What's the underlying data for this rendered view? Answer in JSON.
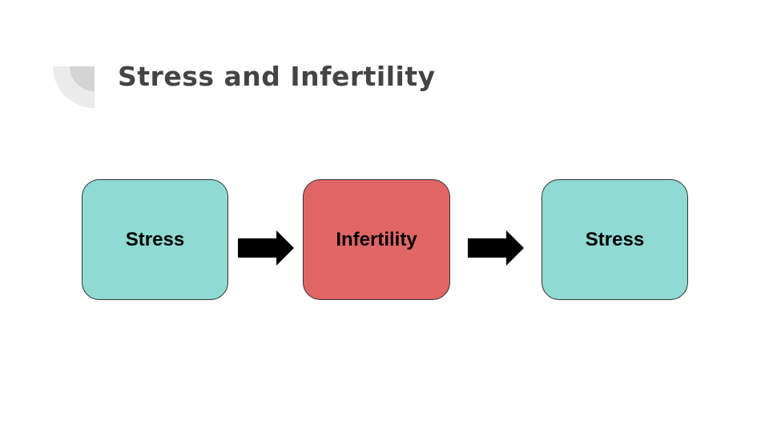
{
  "title": "Stress and Infertility",
  "boxes": [
    {
      "label": "Stress",
      "color": "#8fdad3"
    },
    {
      "label": "Infertility",
      "color": "#e06666"
    },
    {
      "label": "Stress",
      "color": "#8fdad3"
    }
  ]
}
